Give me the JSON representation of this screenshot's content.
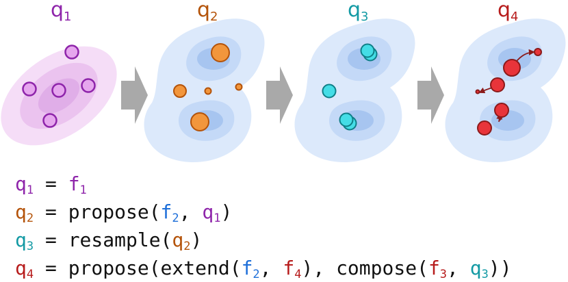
{
  "colors": {
    "q1": "#8e24aa",
    "q2": "#b45309",
    "q3": "#139aa4",
    "q4": "#b71c1c",
    "f_blue": "#1e6fd9",
    "f_red": "#b71c1c",
    "text": "#111111",
    "arrow": "#a9a9a9",
    "density_blue_light": "#dce9fb",
    "density_blue_mid": "#c4d9f7",
    "density_blue_dark": "#a7c5f0",
    "density_pink_light": "#f5ddf7",
    "density_pink_mid": "#ebc3ef",
    "particle_q1": "#e6a6ee",
    "particle_q2": "#f2963c",
    "particle_q3": "#44dde6",
    "particle_q4": "#e8343a"
  },
  "panels": [
    {
      "label_base": "q",
      "label_sub": "1"
    },
    {
      "label_base": "q",
      "label_sub": "2"
    },
    {
      "label_base": "q",
      "label_sub": "3"
    },
    {
      "label_base": "q",
      "label_sub": "4"
    }
  ],
  "equations": [
    {
      "lhs": {
        "base": "q",
        "sub": "1"
      },
      "eq": " = ",
      "rhs_text": "",
      "arg1": {
        "base": "f",
        "sub": "1"
      }
    },
    {
      "lhs": {
        "base": "q",
        "sub": "2"
      },
      "eq": " = ",
      "fn": "propose(",
      "arg1": {
        "base": "f",
        "sub": "2"
      },
      "sep": ", ",
      "arg2": {
        "base": "q",
        "sub": "1"
      },
      "close": ")"
    },
    {
      "lhs": {
        "base": "q",
        "sub": "3"
      },
      "eq": " = ",
      "fn": "resample(",
      "arg1": {
        "base": "q",
        "sub": "2"
      },
      "close": ")"
    },
    {
      "lhs": {
        "base": "q",
        "sub": "4"
      },
      "eq": " = ",
      "fn": "propose(extend(",
      "arg1": {
        "base": "f",
        "sub": "2"
      },
      "sep": ", ",
      "arg2": {
        "base": "f",
        "sub": "4"
      },
      "mid": "), compose(",
      "arg3": {
        "base": "f",
        "sub": "3"
      },
      "sep2": ", ",
      "arg4": {
        "base": "q",
        "sub": "3"
      },
      "close": "))"
    }
  ]
}
